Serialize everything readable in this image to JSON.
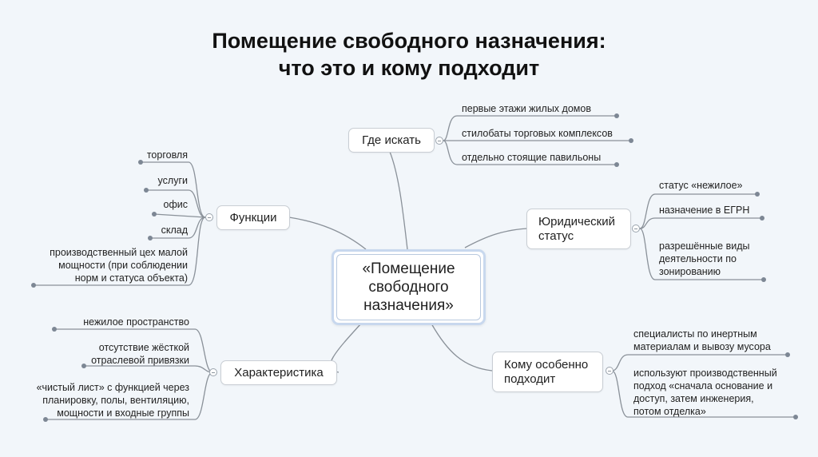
{
  "title": {
    "line1": "Помещение свободного назначения:",
    "line2": "что это и кому подходит"
  },
  "central": {
    "lines": [
      "«Помещение",
      "свободного",
      "назначения»"
    ]
  },
  "branches": {
    "where": {
      "label": "Где искать",
      "leaves": [
        "первые этажи жилых домов",
        "стилобаты торговых комплексов",
        "отдельно стоящие павильоны"
      ]
    },
    "functions": {
      "label": "Функции",
      "leaves": [
        "торговля",
        "услуги",
        "офис",
        "склад",
        "производственный цех малой\nмощности (при соблюдении\nнорм и статуса объекта)"
      ]
    },
    "legal": {
      "label": "Юридический\nстатус",
      "leaves": [
        "статус «нежилое»",
        "назначение в ЕГРН",
        "разрешённые виды\nдеятельности по\nзонированию"
      ]
    },
    "features": {
      "label": "Характеристика",
      "leaves": [
        "нежилое пространство",
        "отсутствие жёсткой\nотраслевой привязки",
        "«чистый лист» с функцией через\nпланировку, полы, вентиляцию,\nмощности и входные группы"
      ]
    },
    "audience": {
      "label": "Кому особенно\nподходит",
      "leaves": [
        "специалисты по инертным\nматериалам и вывозу мусора",
        "используют производственный\nподход «сначала основание и\nдоступ, затем инженерия,\nпотом отделка»"
      ]
    }
  },
  "colors": {
    "link": "#8a9199",
    "dot": "#7d8794",
    "central_border": "#c8d8ee"
  }
}
